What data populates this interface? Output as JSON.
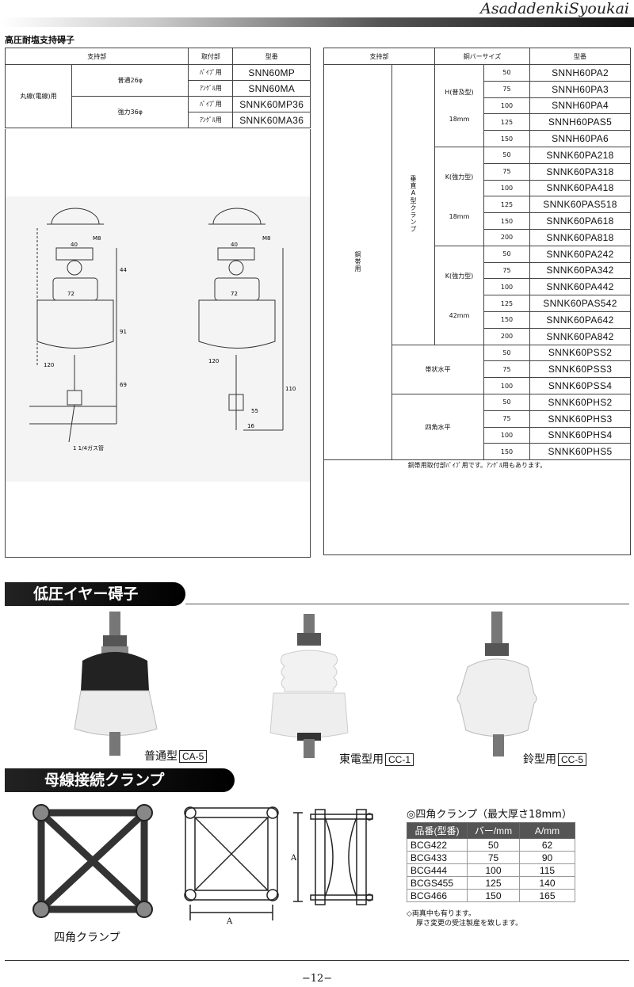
{
  "header": {
    "brand": "AsadadenkiSyoukai"
  },
  "section_title": "高圧耐塩支持碍子",
  "left_table": {
    "headers": [
      "支持部",
      "取付部",
      "型番"
    ],
    "group": "丸線(電線)用",
    "rows": [
      {
        "sub": "普通26φ",
        "mount": "ﾊﾟｲﾌﾟ用",
        "model": "SNN60MP"
      },
      {
        "sub": "",
        "mount": "ｱﾝｸﾞﾙ用",
        "model": "SNN60MA"
      },
      {
        "sub": "強力36φ",
        "mount": "ﾊﾟｲﾌﾟ用",
        "model": "SNNK60MP36"
      },
      {
        "sub": "",
        "mount": "ｱﾝｸﾞﾙ用",
        "model": "SNNK60MA36"
      }
    ]
  },
  "drawing_labels": {
    "m8": "M8",
    "d40": "40",
    "d72": "72",
    "d120": "120",
    "d44": "44",
    "d91": "91",
    "d69": "69",
    "d110": "110",
    "d55": "55",
    "d16": "16",
    "pipe": "1 1/4ガス管"
  },
  "right_table": {
    "headers": [
      "支持部",
      "銅バーサイズ",
      "型番"
    ],
    "outer": "銅帯用",
    "vclamp": "垂直A型クランプ",
    "groups": [
      {
        "type": "H(普及型)",
        "size": "18mm",
        "rows": [
          [
            "50",
            "SNNH60PA2"
          ],
          [
            "75",
            "SNNH60PA3"
          ],
          [
            "100",
            "SNNH60PA4"
          ],
          [
            "125",
            "SNNH60PAS5"
          ],
          [
            "150",
            "SNNH60PA6"
          ]
        ]
      },
      {
        "type": "K(強力型)",
        "size": "18mm",
        "rows": [
          [
            "50",
            "SNNK60PA218"
          ],
          [
            "75",
            "SNNK60PA318"
          ],
          [
            "100",
            "SNNK60PA418"
          ],
          [
            "125",
            "SNNK60PAS518"
          ],
          [
            "150",
            "SNNK60PA618"
          ],
          [
            "200",
            "SNNK60PA818"
          ]
        ]
      },
      {
        "type": "K(強力型)",
        "size": "42mm",
        "rows": [
          [
            "50",
            "SNNK60PA242"
          ],
          [
            "75",
            "SNNK60PA342"
          ],
          [
            "100",
            "SNNK60PA442"
          ],
          [
            "125",
            "SNNK60PAS542"
          ],
          [
            "150",
            "SNNK60PA642"
          ],
          [
            "200",
            "SNNK60PA842"
          ]
        ]
      }
    ],
    "horizontal": [
      {
        "label": "帯状水平",
        "rows": [
          [
            "50",
            "SNNK60PSS2"
          ],
          [
            "75",
            "SNNK60PSS3"
          ],
          [
            "100",
            "SNNK60PSS4"
          ]
        ]
      },
      {
        "label": "四角水平",
        "rows": [
          [
            "50",
            "SNNK60PHS2"
          ],
          [
            "75",
            "SNNK60PHS3"
          ],
          [
            "100",
            "SNNK60PHS4"
          ],
          [
            "150",
            "SNNK60PHS5"
          ]
        ]
      }
    ],
    "note": "銅帯用取付部ﾊﾟｲﾌﾟ用です。ｱﾝｸﾞﾙ用もあります。"
  },
  "banner_low": "低圧イヤー碍子",
  "insulators": [
    {
      "name": "普通型",
      "code": "CA-5"
    },
    {
      "name": "東電型用",
      "code": "CC-1"
    },
    {
      "name": "鈴型用",
      "code": "CC-5"
    }
  ],
  "banner_clamp": "母線接続クランプ",
  "clamp": {
    "photo_caption": "四角クランプ",
    "dim_label": "A",
    "title": "◎四角クランプ（最大厚さ18mm）",
    "headers": [
      "品番(型番)",
      "バー/mm",
      "A/mm"
    ],
    "rows": [
      [
        "BCG422",
        "50",
        "62"
      ],
      [
        "BCG433",
        "75",
        "90"
      ],
      [
        "BCG444",
        "100",
        "115"
      ],
      [
        "BCGS455",
        "125",
        "140"
      ],
      [
        "BCG466",
        "150",
        "165"
      ]
    ],
    "note1": "◇両真中も有ります。",
    "note2": "厚さ変更の受注製産を致します。"
  },
  "page_number": "−12−",
  "colors": {
    "banner": "#111111",
    "table_header": "#555555",
    "line": "#444444"
  }
}
